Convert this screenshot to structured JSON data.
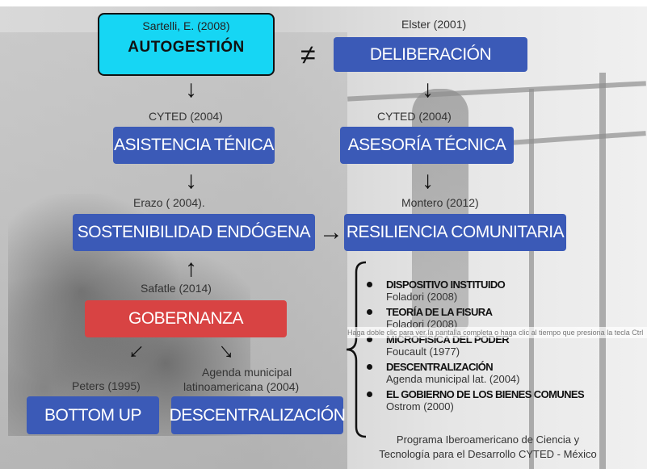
{
  "left_column": {
    "autogestion": {
      "citation": "Sartelli, E. (2008)",
      "label": "AUTOGESTIÓN"
    },
    "asistencia": {
      "citation": "CYTED (2004)",
      "label": "ASISTENCIA TÉNICA"
    },
    "sostenibilidad": {
      "citation": "Erazo ( 2004).",
      "label": "SOSTENIBILIDAD ENDÓGENA"
    },
    "gobernanza": {
      "citation": "Safatle (2014)",
      "label": "GOBERNANZA"
    },
    "bottom_up": {
      "citation": "Peters (1995)",
      "label": "BOTTOM UP"
    },
    "descentralizacion": {
      "citation_line1": "Agenda municipal",
      "citation_line2": "latinoamericana (2004)",
      "label": "DESCENTRALIZACIÓN"
    }
  },
  "right_column": {
    "deliberacion": {
      "citation": "Elster (2001)",
      "label": "DELIBERACIÓN"
    },
    "asesoria": {
      "citation": "CYTED (2004)",
      "label": "ASESORÍA TÉCNICA"
    },
    "resiliencia": {
      "citation": "Montero (2012)",
      "label": "RESILIENCIA COMUNITARIA"
    }
  },
  "not_equal_symbol": "≠",
  "list_items": [
    {
      "title": "DISPOSITIVO INSTITUIDO",
      "citation": "Foladori (2008)"
    },
    {
      "title": "TEORÍA DE LA FISURA",
      "citation": "Foladori (2008)"
    },
    {
      "title": "MICROFÍSICA DEL PODER",
      "citation": "Foucault (1977)"
    },
    {
      "title": "DESCENTRALIZACIÓN",
      "citation": "Agenda municipal lat. (2004)"
    },
    {
      "title": "EL GOBIERNO DE LOS BIENES COMUNES",
      "citation": "Ostrom (2000)"
    }
  ],
  "video_overlay_text": "Haga doble clic para ver la pantalla completa o haga clic al tiempo que presiona la tecla Ctrl",
  "footer": {
    "line1": "Programa Iberoamericano de Ciencia y",
    "line2": "Tecnología para el Desarrollo CYTED - México"
  },
  "colors": {
    "box_blue": "#3b5ab7",
    "box_red": "#d84343",
    "box_cyan": "#16d6f4"
  }
}
